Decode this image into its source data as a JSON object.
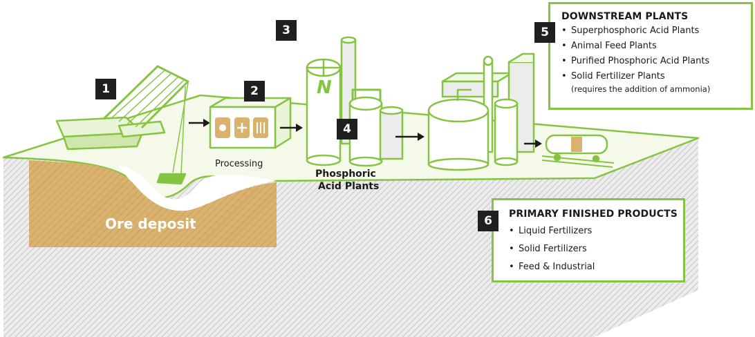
{
  "steps": {
    "s1": "1",
    "s2": "2",
    "s3": "3",
    "s4": "4",
    "s5": "5",
    "s6": "6"
  },
  "labels": {
    "ore_deposit": "Ore deposit",
    "processing": "Processing",
    "phosphoric_line1": "Phosphoric",
    "phosphoric_line2": "Acid Plants",
    "tank_logo": "N"
  },
  "downstream": {
    "title": "DOWNSTREAM PLANTS",
    "items": [
      "Superphosphoric Acid Plants",
      "Animal Feed Plants",
      "Purified Phosphoric Acid Plants",
      "Solid Fertilizer Plants"
    ],
    "note": "(requires the addition of ammonia)"
  },
  "primary": {
    "title": "PRIMARY FINISHED PRODUCTS",
    "items": [
      "Liquid Fertilizers",
      "Solid Fertilizers",
      "Feed & Industrial"
    ]
  },
  "colors": {
    "accent_green": "#84c441",
    "ore_tan": "#d9b26f",
    "ground_top": "#f5f9ea",
    "badge_dark": "#1f1f1f"
  }
}
